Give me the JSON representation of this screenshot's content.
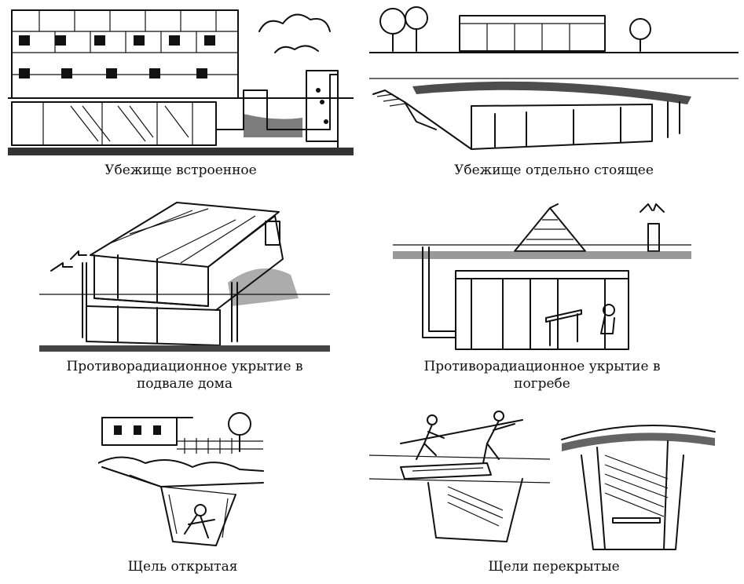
{
  "panels": [
    {
      "id": "built_in_shelter",
      "caption": "Убежище встроенное",
      "icon": "built-in-shelter-illustration"
    },
    {
      "id": "detached_shelter",
      "caption": "Убежище отдельно стоящее",
      "icon": "detached-shelter-illustration"
    },
    {
      "id": "basement_shelter",
      "caption_lines": [
        "Противорадиационное укрытие в",
        "подвале дома"
      ],
      "icon": "basement-radiation-shelter-illustration"
    },
    {
      "id": "cellar_shelter",
      "caption_lines": [
        "Противорадиационное укрытие в",
        "погребе"
      ],
      "icon": "cellar-radiation-shelter-illustration"
    },
    {
      "id": "open_trench",
      "caption": "Щель открытая",
      "icon": "open-trench-illustration"
    },
    {
      "id": "covered_trenches",
      "caption": "Щели перекрытые",
      "icon": "covered-trenches-illustration"
    }
  ]
}
